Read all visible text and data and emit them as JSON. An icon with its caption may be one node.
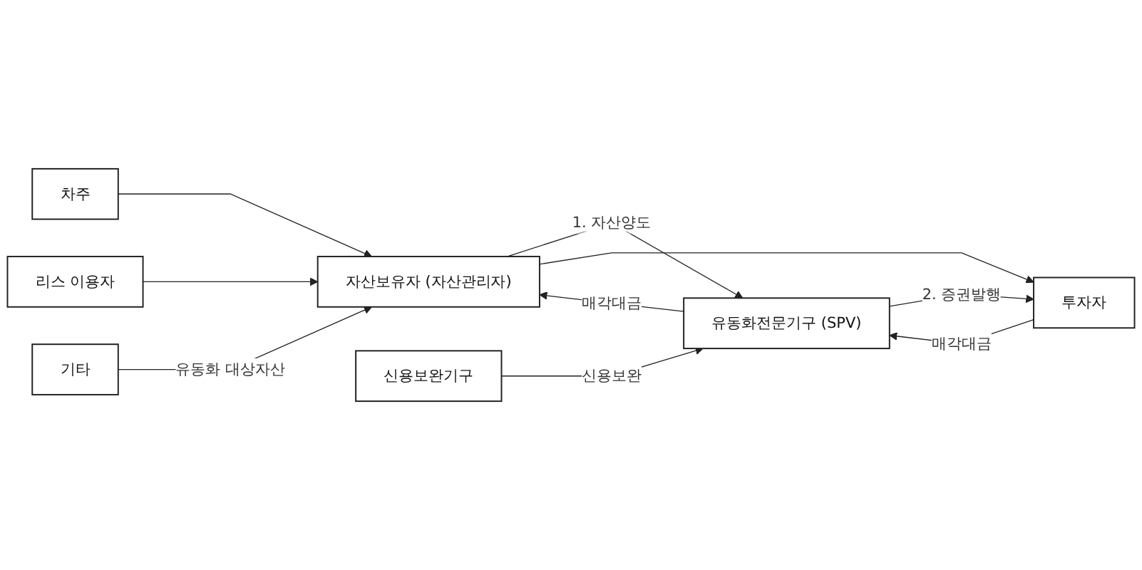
{
  "diagram": {
    "nodes": [
      {
        "text": [
          "자산보유자 (자산관리자)"
        ]
      },
      {
        "text": [
          "유동화전문기구 (SPV)"
        ]
      },
      {
        "text": [
          "투자자"
        ]
      },
      {
        "text": [
          "차주"
        ]
      },
      {
        "text": [
          "리스 이용자"
        ]
      },
      {
        "text": [
          "기타"
        ]
      },
      {
        "text": [
          "신용보완기구"
        ]
      }
    ],
    "edges": [
      {
        "from": 0,
        "to": 1,
        "arrow": "to",
        "label": "1. 자산양도"
      },
      {
        "from": 1,
        "to": 0,
        "arrow": "to",
        "label": "매각대금"
      },
      {
        "from": 1,
        "to": 2,
        "arrow": "to",
        "label": "2. 증권발행"
      },
      {
        "from": 2,
        "to": 1,
        "arrow": "to",
        "label": "매각대금"
      },
      {
        "from": 0,
        "to": 2,
        "arrow": "to"
      },
      {
        "from": 3,
        "to": 0,
        "arrow": "to"
      },
      {
        "from": 4,
        "to": 0,
        "arrow": "to"
      },
      {
        "from": 5,
        "to": 0,
        "arrow": "to",
        "label": "유동화 대상자산"
      },
      {
        "from": 6,
        "to": 1,
        "arrow": "to",
        "label": "신용보완"
      }
    ]
  }
}
